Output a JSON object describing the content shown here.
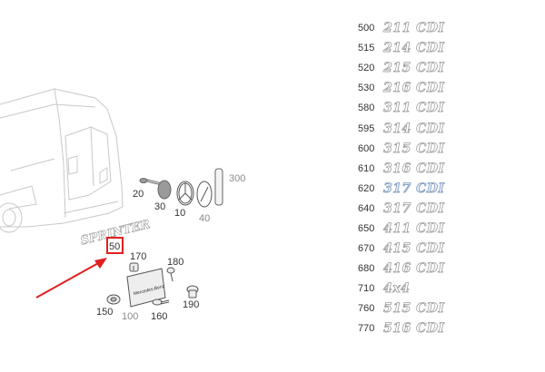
{
  "callouts": {
    "c20": "20",
    "c30": "30",
    "c10": "10",
    "c40": "40",
    "c300": "300",
    "c50": "50",
    "c170": "170",
    "c180": "180",
    "c150": "150",
    "c100": "100",
    "c160": "160",
    "c190": "190"
  },
  "emblems": {
    "sprinter": "SPRINTER",
    "plate": "Mercedes-Benz"
  },
  "badges": [
    {
      "num": "500",
      "text": "211 CDI"
    },
    {
      "num": "515",
      "text": "214 CDI"
    },
    {
      "num": "520",
      "text": "215 CDI"
    },
    {
      "num": "530",
      "text": "216 CDI"
    },
    {
      "num": "580",
      "text": "311 CDI"
    },
    {
      "num": "595",
      "text": "314 CDI"
    },
    {
      "num": "600",
      "text": "315 CDI"
    },
    {
      "num": "610",
      "text": "316 CDI"
    },
    {
      "num": "620",
      "text": "317 CDI"
    },
    {
      "num": "640",
      "text": "317 CDI"
    },
    {
      "num": "650",
      "text": "411 CDI"
    },
    {
      "num": "670",
      "text": "415 CDI"
    },
    {
      "num": "680",
      "text": "416 CDI"
    },
    {
      "num": "710",
      "text": "4x4"
    },
    {
      "num": "760",
      "text": "515 CDI"
    },
    {
      "num": "770",
      "text": "516 CDI"
    }
  ],
  "colors": {
    "highlight_box": "#e02020",
    "arrow": "#e02020",
    "badge_blue": "#7f9bc0"
  }
}
